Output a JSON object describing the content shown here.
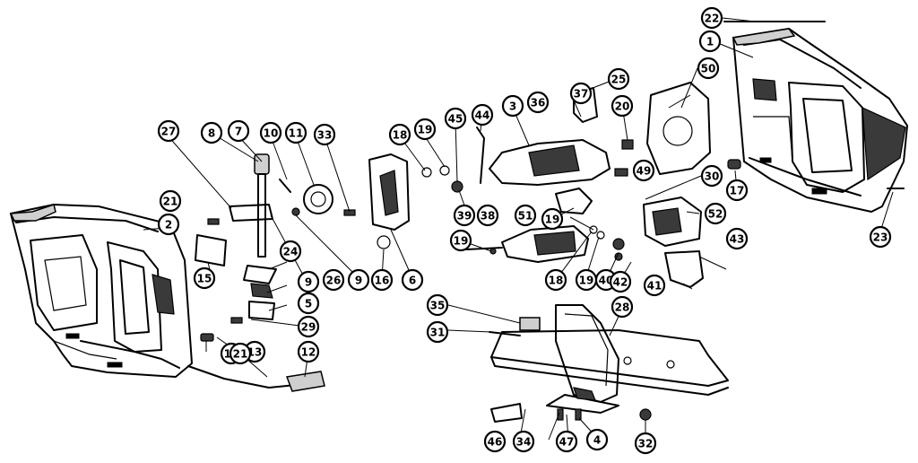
{
  "diagram": {
    "callouts": [
      {
        "id": "c1",
        "label": "1"
      },
      {
        "id": "c2",
        "label": "2"
      },
      {
        "id": "c3",
        "label": "3"
      },
      {
        "id": "c4",
        "label": "4"
      },
      {
        "id": "c5",
        "label": "5"
      },
      {
        "id": "c6",
        "label": "6"
      },
      {
        "id": "c7",
        "label": "7"
      },
      {
        "id": "c8",
        "label": "8"
      },
      {
        "id": "c9a",
        "label": "9"
      },
      {
        "id": "c9b",
        "label": "9"
      },
      {
        "id": "c10",
        "label": "10"
      },
      {
        "id": "c11",
        "label": "11"
      },
      {
        "id": "c12",
        "label": "12"
      },
      {
        "id": "c13",
        "label": "13"
      },
      {
        "id": "c14",
        "label": "14"
      },
      {
        "id": "c15",
        "label": "15"
      },
      {
        "id": "c16",
        "label": "16"
      },
      {
        "id": "c17",
        "label": "17"
      },
      {
        "id": "c18a",
        "label": "18"
      },
      {
        "id": "c18b",
        "label": "18"
      },
      {
        "id": "c19a",
        "label": "19"
      },
      {
        "id": "c19b",
        "label": "19"
      },
      {
        "id": "c19c",
        "label": "19"
      },
      {
        "id": "c19d",
        "label": "19"
      },
      {
        "id": "c20",
        "label": "20"
      },
      {
        "id": "c21a",
        "label": "21"
      },
      {
        "id": "c21b",
        "label": "21"
      },
      {
        "id": "c22",
        "label": "22"
      },
      {
        "id": "c23",
        "label": "23"
      },
      {
        "id": "c24",
        "label": "24"
      },
      {
        "id": "c25",
        "label": "25"
      },
      {
        "id": "c26",
        "label": "26"
      },
      {
        "id": "c27",
        "label": "27"
      },
      {
        "id": "c28",
        "label": "28"
      },
      {
        "id": "c29",
        "label": "29"
      },
      {
        "id": "c30",
        "label": "30"
      },
      {
        "id": "c31",
        "label": "31"
      },
      {
        "id": "c32",
        "label": "32"
      },
      {
        "id": "c33",
        "label": "33"
      },
      {
        "id": "c34",
        "label": "34"
      },
      {
        "id": "c35",
        "label": "35"
      },
      {
        "id": "c36",
        "label": "36"
      },
      {
        "id": "c37",
        "label": "37"
      },
      {
        "id": "c38",
        "label": "38"
      },
      {
        "id": "c39",
        "label": "39"
      },
      {
        "id": "c40",
        "label": "40"
      },
      {
        "id": "c41",
        "label": "41"
      },
      {
        "id": "c42",
        "label": "42"
      },
      {
        "id": "c43",
        "label": "43"
      },
      {
        "id": "c44",
        "label": "44"
      },
      {
        "id": "c45",
        "label": "45"
      },
      {
        "id": "c46",
        "label": "46"
      },
      {
        "id": "c47",
        "label": "47"
      },
      {
        "id": "c49",
        "label": "49"
      },
      {
        "id": "c50",
        "label": "50"
      },
      {
        "id": "c51",
        "label": "51"
      },
      {
        "id": "c52",
        "label": "52"
      }
    ]
  }
}
